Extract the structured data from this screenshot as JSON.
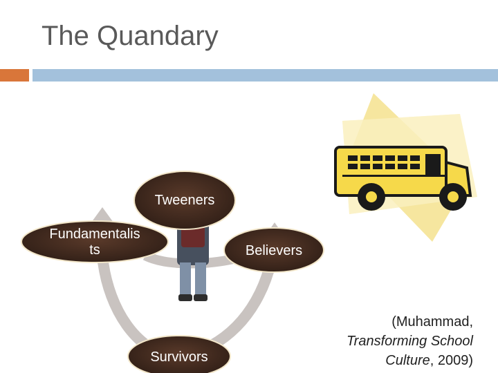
{
  "slide": {
    "title": "The Quandary"
  },
  "diagram": {
    "nodes": {
      "tweeners": "Tweeners",
      "fundamentalists_line1": "Fundamentalis",
      "fundamentalists_line2": "ts",
      "believers": "Believers",
      "survivors": "Survivors"
    }
  },
  "citation": {
    "open": "(Muhammad,",
    "book_line1": "Transforming School",
    "book_line2": "Culture",
    "close": ", 2009)"
  },
  "colors": {
    "title": "#595959",
    "accent_orange": "#d9763a",
    "accent_blue": "#a3c1dc",
    "node_fill": "#3f2a20",
    "node_border": "#f2e6c9",
    "arrow": "#c9c3c0",
    "bus_body": "#f6d94a"
  },
  "icons": {
    "bus": "school-bus-clipart",
    "student": "student-figure"
  }
}
